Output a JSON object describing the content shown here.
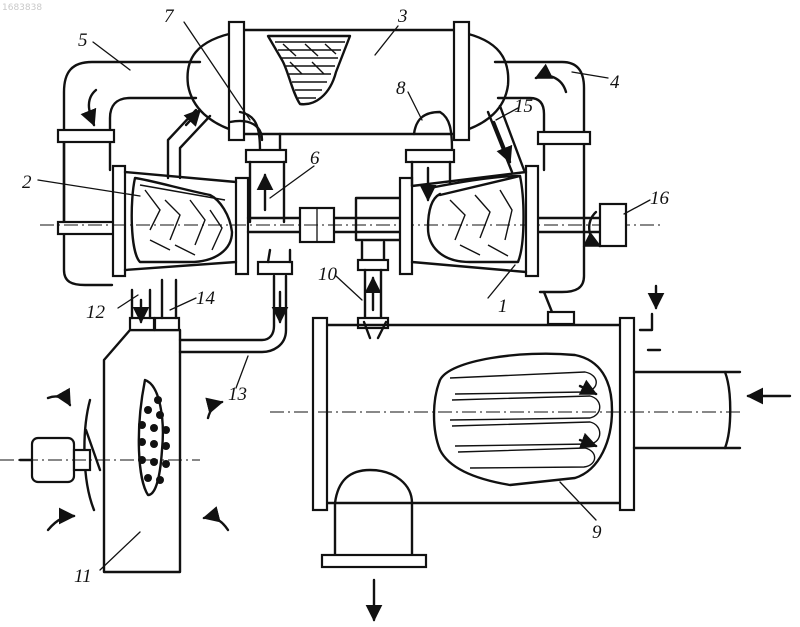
{
  "watermark": "1683838",
  "labels": {
    "l1": "1",
    "l2": "2",
    "l3": "3",
    "l4": "4",
    "l5": "5",
    "l6": "6",
    "l7": "7",
    "l8": "8",
    "l9": "9",
    "l10": "10",
    "l11": "11",
    "l12": "12",
    "l13": "13",
    "l14": "14",
    "l15": "15",
    "l16": "16"
  }
}
